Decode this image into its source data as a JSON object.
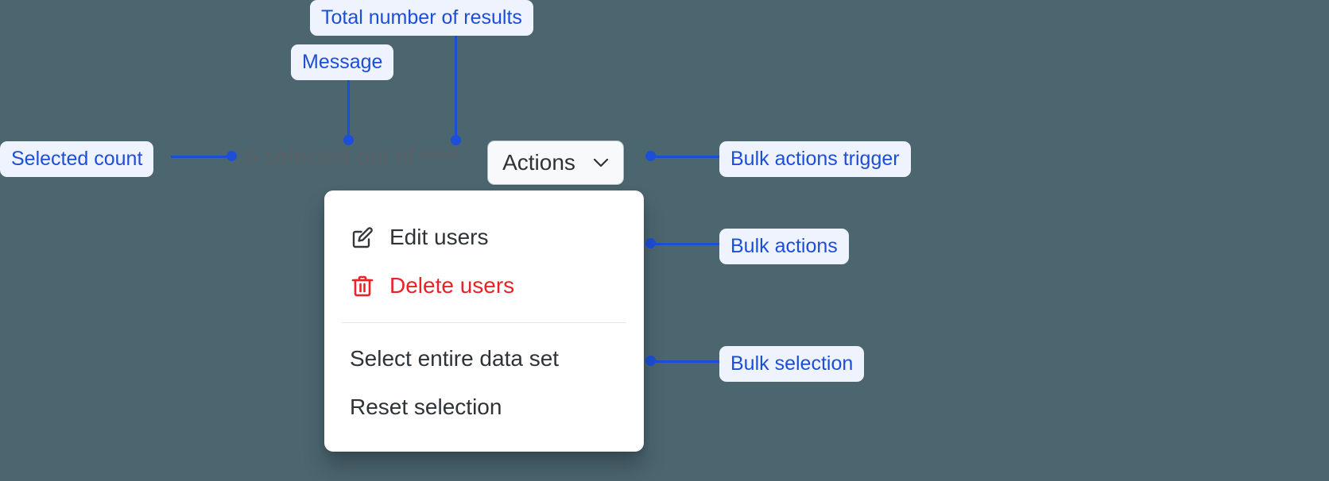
{
  "background_color": "#4c6670",
  "accent_color": "#1d4ed8",
  "annotation_bg": "#eef3fe",
  "danger_color": "#ea2127",
  "toolbar": {
    "selected_message": "6 selected out of ###",
    "selected_count": "6",
    "total_placeholder": "###",
    "actions_button_label": "Actions",
    "chevron_icon": "chevron-down-icon"
  },
  "menu": {
    "items": [
      {
        "label": "Edit users",
        "icon": "pencil-square-icon",
        "variant": "default"
      },
      {
        "label": "Delete users",
        "icon": "trash-icon",
        "variant": "danger"
      }
    ],
    "selection_items": [
      {
        "label": "Select entire data set",
        "icon": "",
        "variant": "default"
      },
      {
        "label": "Reset selection",
        "icon": "",
        "variant": "default"
      }
    ]
  },
  "annotations": [
    {
      "id": "total-results",
      "label": "Total number of results"
    },
    {
      "id": "message",
      "label": "Message"
    },
    {
      "id": "selected-count",
      "label": "Selected count"
    },
    {
      "id": "bulk-actions-trigger",
      "label": "Bulk actions trigger"
    },
    {
      "id": "bulk-actions",
      "label": "Bulk actions"
    },
    {
      "id": "bulk-selection",
      "label": "Bulk selection"
    }
  ]
}
